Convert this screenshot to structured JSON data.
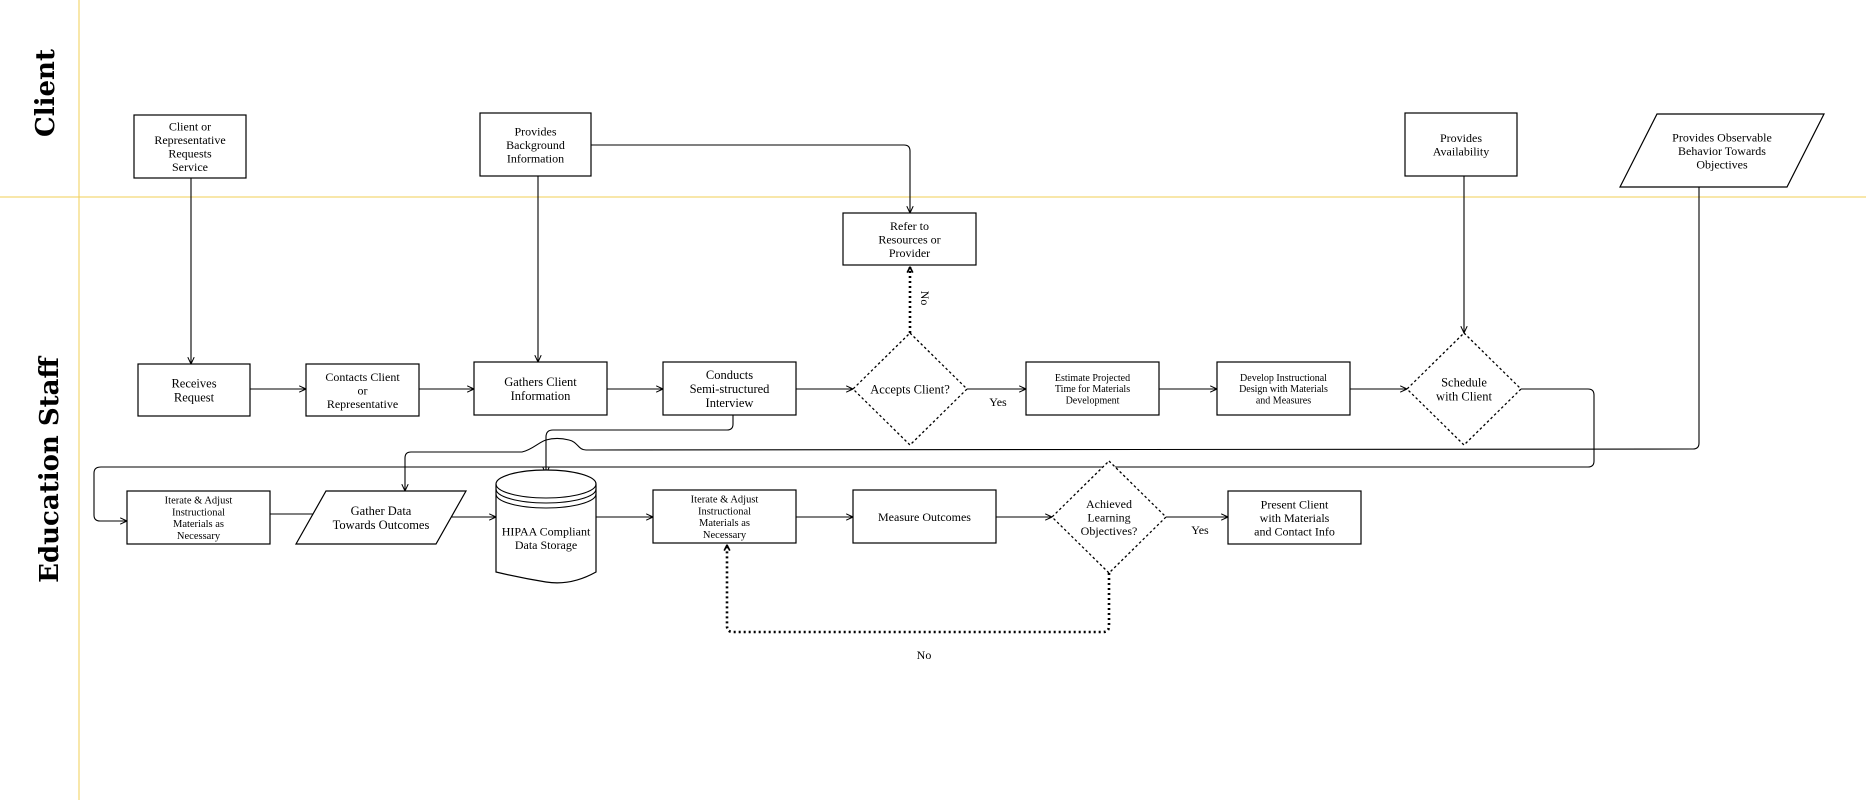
{
  "lanes": [
    {
      "id": "client",
      "label": "Client"
    },
    {
      "id": "staff",
      "label": "Education Staff"
    }
  ],
  "nodes": [
    {
      "id": "n1",
      "shape": "rect",
      "lines": [
        "Client or",
        "Representative",
        "Requests",
        "Service"
      ]
    },
    {
      "id": "n2",
      "shape": "rect",
      "lines": [
        "Provides",
        "Background",
        "Information"
      ]
    },
    {
      "id": "n3",
      "shape": "rect",
      "lines": [
        "Provides",
        "Availability"
      ]
    },
    {
      "id": "n4",
      "shape": "parallelogram",
      "lines": [
        "Provides Observable",
        "Behavior Towards",
        "Objectives"
      ]
    },
    {
      "id": "n5",
      "shape": "rect",
      "lines": [
        "Refer to",
        "Resources or",
        "Provider"
      ]
    },
    {
      "id": "n6",
      "shape": "rect",
      "lines": [
        "Receives",
        "Request"
      ]
    },
    {
      "id": "n7",
      "shape": "rect",
      "lines": [
        "Contacts Client",
        "or",
        "Representative"
      ]
    },
    {
      "id": "n8",
      "shape": "rect",
      "lines": [
        "Gathers Client",
        "Information"
      ]
    },
    {
      "id": "n9",
      "shape": "rect",
      "lines": [
        "Conducts",
        "Semi-structured",
        "Interview"
      ]
    },
    {
      "id": "n10",
      "shape": "diamond",
      "lines": [
        "Accepts Client?"
      ]
    },
    {
      "id": "n11",
      "shape": "rect",
      "lines": [
        "Estimate Projected",
        "Time for Materials",
        "Development"
      ]
    },
    {
      "id": "n12",
      "shape": "rect",
      "lines": [
        "Develop Instructional",
        "Design with Materials",
        "and  Measures"
      ]
    },
    {
      "id": "n13",
      "shape": "diamond",
      "lines": [
        "Schedule",
        "with Client"
      ]
    },
    {
      "id": "n14",
      "shape": "rect",
      "lines": [
        "Iterate & Adjust",
        "Instructional",
        "Materials as",
        "Necessary"
      ]
    },
    {
      "id": "n15",
      "shape": "parallelogram",
      "lines": [
        "Gather Data",
        "Towards Outcomes"
      ]
    },
    {
      "id": "n16",
      "shape": "cylinder",
      "lines": [
        "HIPAA Compliant",
        "Data Storage"
      ]
    },
    {
      "id": "n17",
      "shape": "rect",
      "lines": [
        "Iterate & Adjust",
        "Instructional",
        "Materials as",
        "Necessary"
      ]
    },
    {
      "id": "n18",
      "shape": "rect",
      "lines": [
        "Measure Outcomes"
      ]
    },
    {
      "id": "n19",
      "shape": "diamond",
      "lines": [
        "Achieved",
        "Learning",
        "Objectives?"
      ]
    },
    {
      "id": "n20",
      "shape": "rect",
      "lines": [
        "Present Client",
        "with Materials",
        "and Contact Info"
      ]
    }
  ],
  "edges": [
    {
      "from": "n1",
      "to": "n6",
      "label": ""
    },
    {
      "from": "n2",
      "to": "n8",
      "label": ""
    },
    {
      "from": "n2",
      "to": "n5",
      "label": ""
    },
    {
      "from": "n3",
      "to": "n13",
      "label": ""
    },
    {
      "from": "n6",
      "to": "n7",
      "label": ""
    },
    {
      "from": "n7",
      "to": "n8",
      "label": ""
    },
    {
      "from": "n8",
      "to": "n9",
      "label": ""
    },
    {
      "from": "n9",
      "to": "n10",
      "label": ""
    },
    {
      "from": "n9",
      "to": "n16",
      "label": ""
    },
    {
      "from": "n10",
      "to": "n11",
      "label": "Yes"
    },
    {
      "from": "n10",
      "to": "n5",
      "label": "No"
    },
    {
      "from": "n11",
      "to": "n12",
      "label": ""
    },
    {
      "from": "n12",
      "to": "n13",
      "label": ""
    },
    {
      "from": "n13",
      "to": "n14",
      "label": ""
    },
    {
      "from": "n4",
      "to": "n15",
      "label": ""
    },
    {
      "from": "n14",
      "to": "n15",
      "label": ""
    },
    {
      "from": "n15",
      "to": "n16",
      "label": ""
    },
    {
      "from": "n16",
      "to": "n17",
      "label": ""
    },
    {
      "from": "n17",
      "to": "n18",
      "label": ""
    },
    {
      "from": "n18",
      "to": "n19",
      "label": ""
    },
    {
      "from": "n19",
      "to": "n20",
      "label": "Yes"
    },
    {
      "from": "n19",
      "to": "n17",
      "label": "No"
    }
  ]
}
